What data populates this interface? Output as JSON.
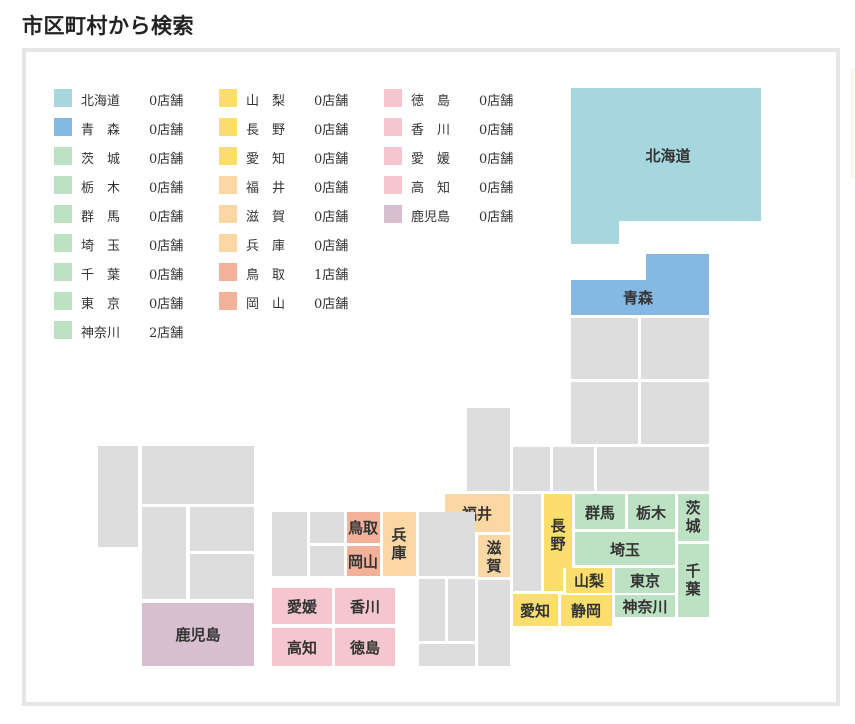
{
  "page": {
    "title": "市区町村から検索"
  },
  "colors": {
    "hokkaido": "#a6d7de",
    "tohoku": "#86b8e4",
    "kanto": "#bde1c3",
    "chubu_yellow": "#fbde6b",
    "kinki_orange": "#fbd7a3",
    "chugoku": "#f4b19a",
    "shikoku": "#f6c6cf",
    "kyushu": "#d8bfcf",
    "gray": "#dddddd"
  },
  "legend": {
    "col1": [
      {
        "name": "北海道",
        "count": "0店舗",
        "color": "#a6d7de"
      },
      {
        "name": "青　森",
        "count": "0店舗",
        "color": "#86b8e4"
      },
      {
        "name": "茨　城",
        "count": "0店舗",
        "color": "#bde1c3"
      },
      {
        "name": "栃　木",
        "count": "0店舗",
        "color": "#bde1c3"
      },
      {
        "name": "群　馬",
        "count": "0店舗",
        "color": "#bde1c3"
      },
      {
        "name": "埼　玉",
        "count": "0店舗",
        "color": "#bde1c3"
      },
      {
        "name": "千　葉",
        "count": "0店舗",
        "color": "#bde1c3"
      },
      {
        "name": "東　京",
        "count": "0店舗",
        "color": "#bde1c3"
      },
      {
        "name": "神奈川",
        "count": "2店舗",
        "color": "#bde1c3"
      }
    ],
    "col2": [
      {
        "name": "山　梨",
        "count": "0店舗",
        "color": "#fbde6b"
      },
      {
        "name": "長　野",
        "count": "0店舗",
        "color": "#fbde6b"
      },
      {
        "name": "愛　知",
        "count": "0店舗",
        "color": "#fbde6b"
      },
      {
        "name": "福　井",
        "count": "0店舗",
        "color": "#fbd7a3"
      },
      {
        "name": "滋　賀",
        "count": "0店舗",
        "color": "#fbd7a3"
      },
      {
        "name": "兵　庫",
        "count": "0店舗",
        "color": "#fbd7a3"
      },
      {
        "name": "鳥　取",
        "count": "1店舗",
        "color": "#f4b19a"
      },
      {
        "name": "岡　山",
        "count": "0店舗",
        "color": "#f4b19a"
      }
    ],
    "col3": [
      {
        "name": "徳　島",
        "count": "0店舗",
        "color": "#f6c6cf"
      },
      {
        "name": "香　川",
        "count": "0店舗",
        "color": "#f6c6cf"
      },
      {
        "name": "愛　媛",
        "count": "0店舗",
        "color": "#f6c6cf"
      },
      {
        "name": "高　知",
        "count": "0店舗",
        "color": "#f6c6cf"
      },
      {
        "name": "鹿児島",
        "count": "0店舗",
        "color": "#d8bfcf"
      }
    ]
  },
  "map": {
    "hokkaido": "北海道",
    "aomori": "青森",
    "fukui": "福井",
    "shiga": "滋賀",
    "nagano": "長野",
    "gunma": "群馬",
    "tochigi": "栃木",
    "ibaraki": "茨城",
    "saitama": "埼玉",
    "chiba": "千葉",
    "yamanashi": "山梨",
    "tokyo": "東京",
    "aichi": "愛知",
    "shizuoka": "静岡",
    "kanagawa": "神奈川",
    "tottori": "鳥取",
    "okayama": "岡山",
    "hyogo": "兵庫",
    "ehime": "愛媛",
    "kagawa": "香川",
    "kochi": "高知",
    "tokushima": "徳島",
    "kagoshima": "鹿児島"
  }
}
